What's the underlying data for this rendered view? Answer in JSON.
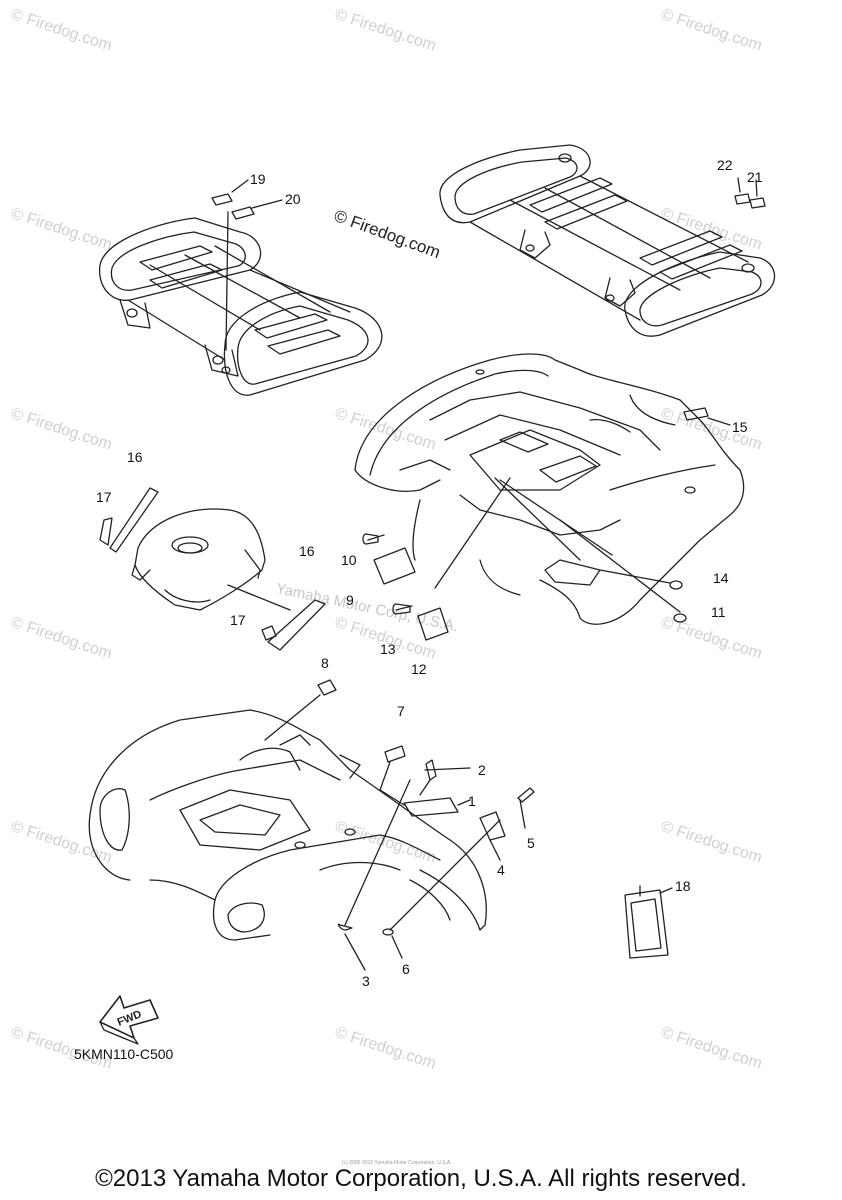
{
  "diagram": {
    "part_labels": {
      "l1": "1",
      "l2": "2",
      "l3": "3",
      "l4": "4",
      "l5": "5",
      "l6": "6",
      "l7": "7",
      "l8": "8",
      "l9": "9",
      "l10": "10",
      "l11": "11",
      "l12": "12",
      "l13": "13",
      "l14": "14",
      "l15": "15",
      "l16a": "16",
      "l16b": "16",
      "l17a": "17",
      "l17b": "17",
      "l18": "18",
      "l19": "19",
      "l20": "20",
      "l21": "21",
      "l22": "22"
    },
    "diagram_code": "5KMN110-C500",
    "fwd_label": "FWD"
  },
  "watermarks": {
    "firedog": "© Firedog.com",
    "firedog_center": "© Firedog.com",
    "corp": "Yamaha Motor Corp, U.S.A."
  },
  "footer": {
    "copyright": "©2013 Yamaha Motor Corporation, U.S.A. All rights reserved.",
    "fine_print": "(c) 2005-2015 Yamaha Motor Corporation, U.S.A."
  }
}
